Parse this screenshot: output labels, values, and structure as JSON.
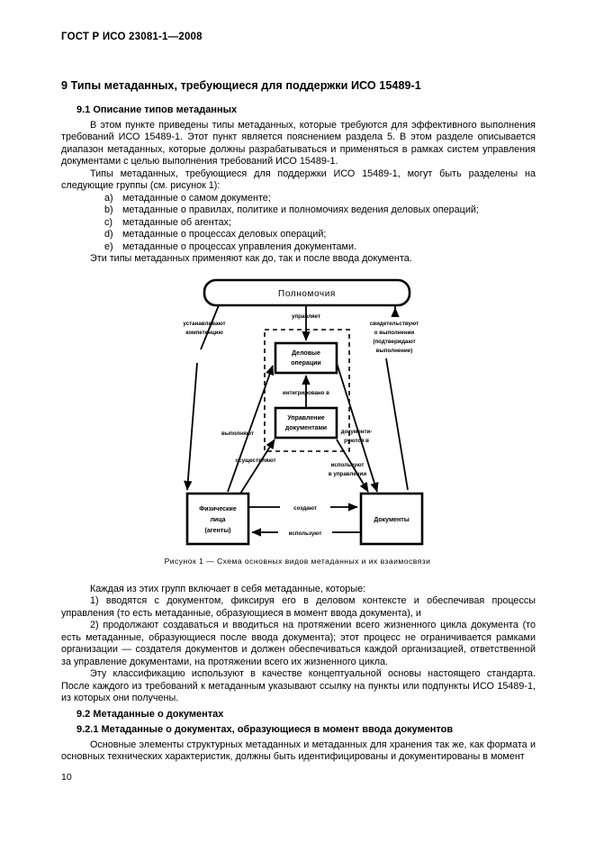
{
  "header": {
    "standard_id": "ГОСТ Р ИСО 23081-1—2008"
  },
  "page_number": "10",
  "section": {
    "number_title": "9  Типы метаданных, требующиеся для поддержки ИСО 15489-1",
    "sub_9_1": "9.1  Описание типов метаданных",
    "p1": "В этом пункте приведены типы метаданных, которые требуются для эффективного выполнения требований ИСО 15489-1. Этот пункт является пояснением раздела 5. В этом разделе описывается диапазон метаданных, которые должны разрабатываться и применяться в рамках систем управления документами с целью выполнения требований ИСО 15489-1.",
    "p2": "Типы метаданных, требующиеся для поддержки ИСО 15489-1, могут быть разделены на следующие группы (см. рисунок 1):",
    "list": [
      {
        "marker": "a)",
        "text": "метаданные о самом документе;"
      },
      {
        "marker": "b)",
        "text": "метаданные о правилах, политике и полномочиях ведения деловых операций;"
      },
      {
        "marker": "c)",
        "text": "метаданные об агентах;"
      },
      {
        "marker": "d)",
        "text": "метаданные о процессах деловых операций;"
      },
      {
        "marker": "e)",
        "text": "метаданные о процессах управления документами."
      }
    ],
    "p3": "Эти типы метаданных применяют как до, так и после ввода документа.",
    "p4": "Каждая из этих групп включает в себя метаданные, которые:",
    "p5": "1)  вводятся с документом, фиксируя его в деловом контексте и обеспечивая процессы управления (то есть метаданные, образующиеся в момент ввода документа), и",
    "p6": "2)  продолжают создаваться и вводиться на протяжении всего жизненного цикла документа (то есть метаданные, образующиеся после ввода документа); этот процесс не ограничивается рамками организации — создателя документов и должен обеспечиваться каждой организацией, ответственной за управление документами, на протяжении всего их жизненного цикла.",
    "p7": "Эту классификацию используют в качестве концептуальной основы настоящего стандарта. После каждого из требований к метаданным указывают ссылку на пункты или подпункты ИСО 15489-1, из которых они получены.",
    "sub_9_2": "9.2  Метаданные о документах",
    "sub_9_2_1": "9.2.1  Метаданные о документах, образующиеся в момент ввода документов",
    "p8": "Основные элементы структурных метаданных и метаданных для хранения так же, как формата и основных технических характеристик, должны быть идентифицированы и документированы в момент"
  },
  "figure": {
    "caption": "Рисунок 1 — Схема основных видов метаданных и их взаимосвязи",
    "nodes": {
      "authorities": "Полномочия",
      "business_ops_l1": "Деловые",
      "business_ops_l2": "операции",
      "records_mgmt_l1": "Управление",
      "records_mgmt_l2": "документами",
      "agents_l1": "Физические",
      "agents_l2": "лица",
      "agents_l3": "(агенты)",
      "records": "Документы"
    },
    "edge_labels": {
      "establish_competence_l1": "устанавливают",
      "establish_competence_l2": "компетенцию",
      "manages": "управляет",
      "witness_l1": "свидетельствуют",
      "witness_l2": "о выполнении",
      "witness_l3": "(подтверждают",
      "witness_l4": "выполнение)",
      "integrated_into": "интегрировано в",
      "perform": "выполняют",
      "documented_in_l1": "документи-",
      "documented_in_l2": "руются в",
      "carry_out": "осуществляют",
      "used_in_mgmt_l1": "используют",
      "used_in_mgmt_l2": "в управлении",
      "create": "создают",
      "use": "используют"
    }
  }
}
